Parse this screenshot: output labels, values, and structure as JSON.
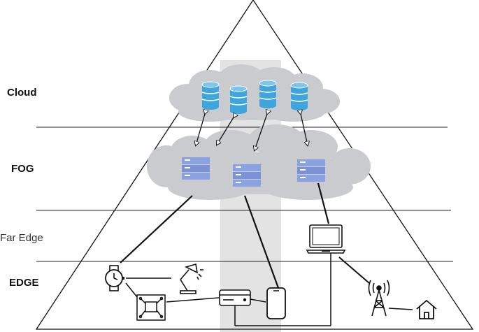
{
  "layers": {
    "cloud": "Cloud",
    "fog": "FOG",
    "far_edge": "Far Edge",
    "edge": "EDGE"
  },
  "colors": {
    "cloud_fill": "#c7c9cc",
    "database_blue": "#3ea6dc",
    "server_blue": "#8aa2e2",
    "highlight_band": "#e3e3e3",
    "line": "#111111"
  },
  "icons": [
    "database-icon",
    "server-icon",
    "laptop-icon",
    "watch-icon",
    "lamp-icon",
    "circuit-board-icon",
    "card-reader-icon",
    "smartphone-icon",
    "cell-tower-icon",
    "house-icon"
  ]
}
